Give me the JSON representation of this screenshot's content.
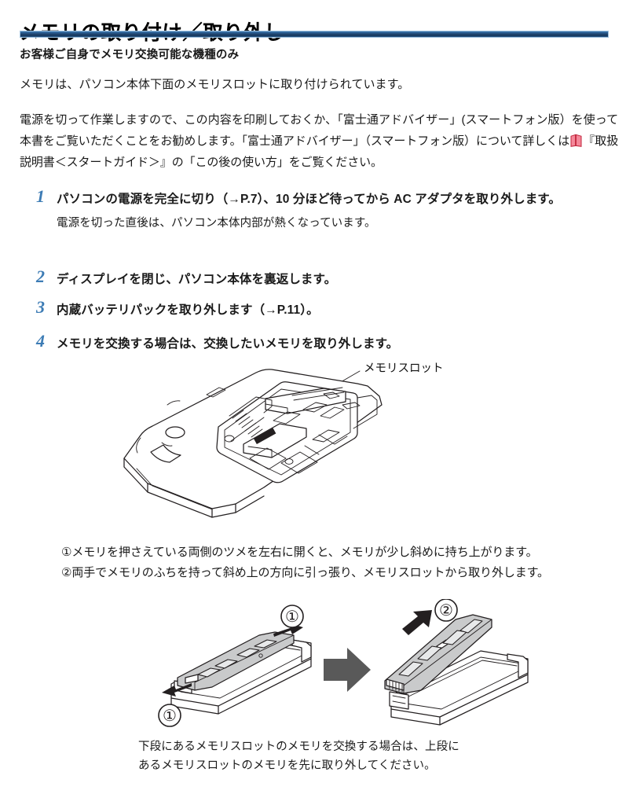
{
  "header": {
    "title": "メモリの取り付け／取り外し",
    "rule_color": "#1d3f68"
  },
  "intro": {
    "subhead": "お客様ご自身でメモリ交換可能な機種のみ",
    "paragraph_1": "メモリは、パソコン本体下面のメモリスロットに取り付けられています。",
    "paragraph_2_before_icon": "電源を切って作業しますので、この内容を印刷しておくか、「富士通アドバイザー」(スマートフォン版）を使って本書をご覧いただくことをお勧めします。「富士通アドバイザー」（スマートフォン版）について詳しくは",
    "book_icon": "book-icon",
    "book_icon_color": "#f4889a",
    "paragraph_2_after_icon": "『取扱説明書＜スタートガイド＞』の「この後の使い方」をご覧ください。"
  },
  "steps": [
    {
      "number": "1",
      "text": "パソコンの電源を完全に切り（→P.7）、10 分ほど待ってから AC アダプタを取り外します。",
      "subtext": "電源を切った直後は、パソコン本体内部が熱くなっています。"
    },
    {
      "number": "2",
      "text": "ディスプレイを閉じ、パソコン本体を裏返します。",
      "subtext": ""
    },
    {
      "number": "3",
      "text": "内蔵バッテリパックを取り外します（→P.11）。",
      "subtext": ""
    },
    {
      "number": "4",
      "text": "メモリを交換する場合は、交換したいメモリを取り外します。",
      "subtext": ""
    }
  ],
  "step_number_color": "#3d7cb5",
  "laptop_figure": {
    "callout_label": "メモリスロット",
    "alt": "パソコン本体下面のメモリスロット図"
  },
  "procedure": {
    "item_1": "①メモリを押さえている両側のツメを左右に開くと、メモリが少し斜めに持ち上がります。",
    "item_2": "②両手でメモリのふちを持って斜め上の方向に引っ張り、メモリスロットから取り外します。"
  },
  "memory_figure": {
    "left_marker_top": "①",
    "left_marker_bottom": "①",
    "right_marker": "②",
    "transition_arrow": "right-arrow-icon",
    "transition_arrow_color": "#595959",
    "alt": "メモリの取り外し手順図"
  },
  "note": {
    "line_1": "下段にあるメモリスロットのメモリを交換する場合は、上段に",
    "line_2": "あるメモリスロットのメモリを先に取り外してください。"
  }
}
